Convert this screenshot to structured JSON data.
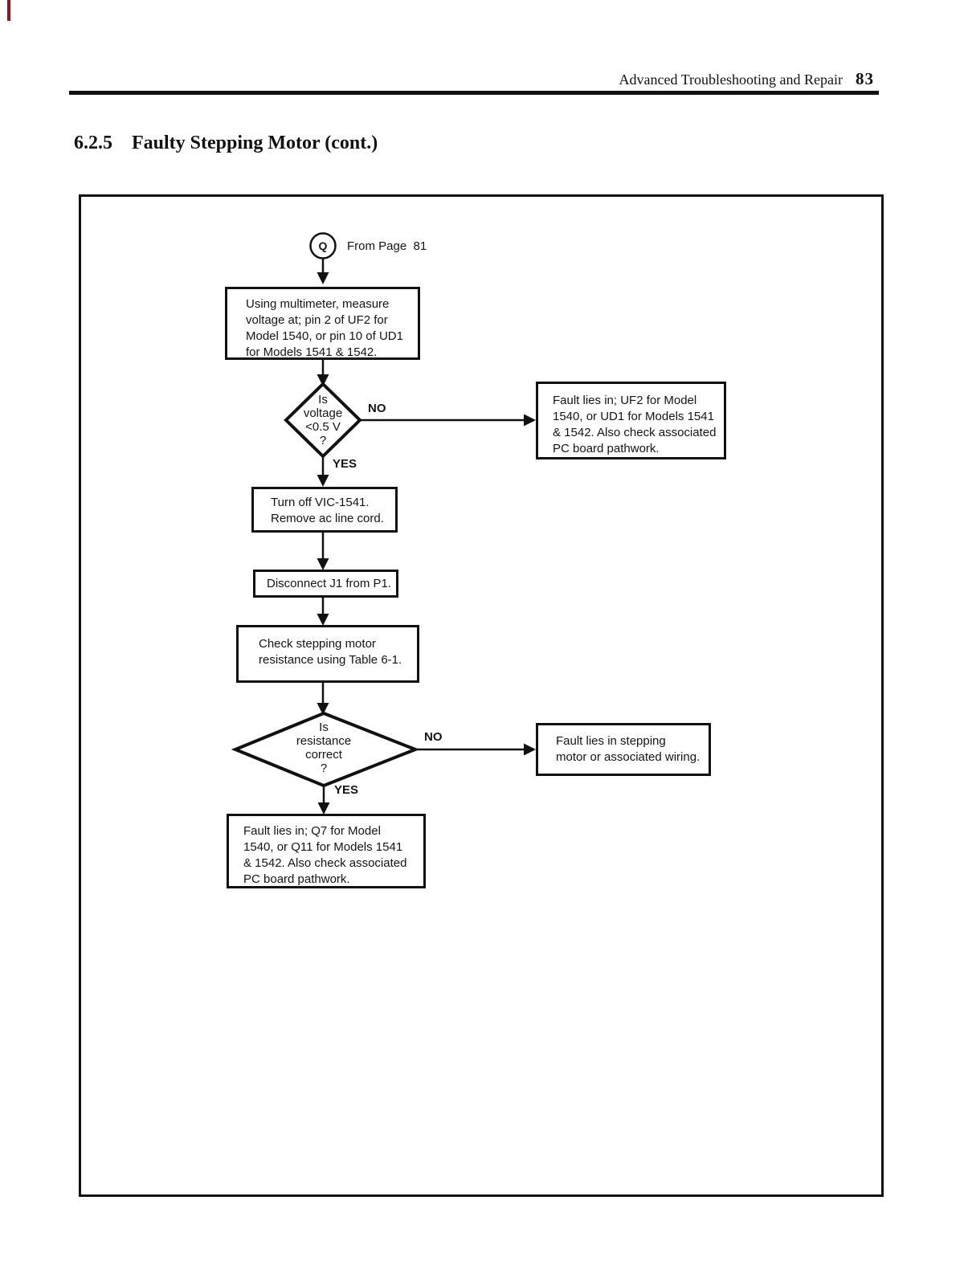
{
  "page": {
    "header": {
      "title": "Advanced Troubleshooting and Repair",
      "page_number": "83"
    },
    "section": {
      "number": "6.2.5",
      "title": "Faulty Stepping Motor (cont.)"
    }
  },
  "flowchart": {
    "connector": {
      "id": "Q",
      "caption": "From Page  81"
    },
    "labels": {
      "no": "NO",
      "yes": "YES"
    },
    "nodes": {
      "measure_voltage": {
        "text": "Using multimeter, measure\nvoltage at; pin 2 of UF2 for\nModel 1540, or pin 10 of UD1\nfor Models 1541 & 1542."
      },
      "voltage_decision": {
        "text": "Is\nvoltage\n<0.5 V\n?"
      },
      "voltage_fault": {
        "text": "Fault lies in; UF2 for Model\n1540, or UD1 for Models 1541\n& 1542.  Also check associated\nPC board pathwork."
      },
      "turn_off": {
        "text": "Turn off VIC-1541.\nRemove ac line cord."
      },
      "disconnect": {
        "text": "Disconnect J1 from P1."
      },
      "check_resistance": {
        "text": "Check stepping motor\nresistance using Table 6-1."
      },
      "resistance_decision": {
        "text": "Is\nresistance\ncorrect\n?"
      },
      "resistance_fault": {
        "text": "Fault lies in stepping\nmotor or associated wiring."
      },
      "final_fault": {
        "text": "Fault lies in; Q7 for Model\n1540, or Q11 for Models 1541\n& 1542.  Also check associated\nPC board pathwork."
      }
    }
  }
}
